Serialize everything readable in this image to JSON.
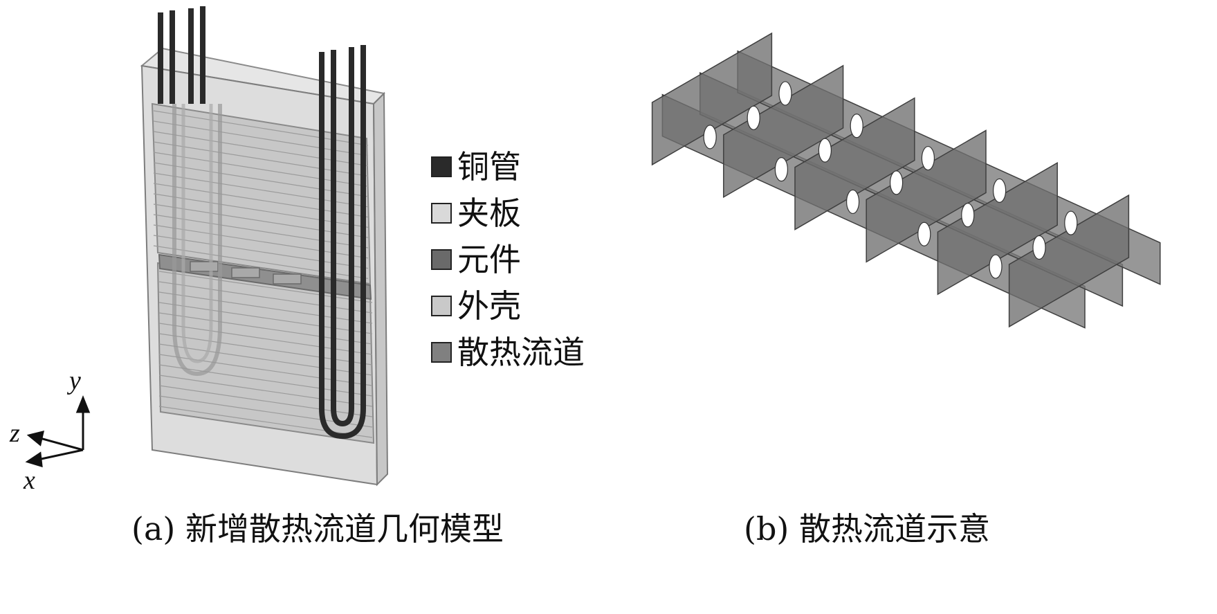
{
  "panel_a": {
    "caption": "(a)  新增散热流道几何模型",
    "legend": [
      {
        "label": "铜管",
        "color": "#2a2a2a"
      },
      {
        "label": "夹板",
        "color": "#d9d9d9"
      },
      {
        "label": "元件",
        "color": "#6a6a6a"
      },
      {
        "label": "外壳",
        "color": "#c9c9c9"
      },
      {
        "label": "散热流道",
        "color": "#808080"
      }
    ],
    "axes": {
      "y": "y",
      "z": "z",
      "x": "x"
    }
  },
  "panel_b": {
    "caption": "(b)  散热流道示意"
  },
  "colors": {
    "shell": "#cfcfcf",
    "pipe": "#2a2a2a",
    "channel": "#7a7a7a"
  }
}
